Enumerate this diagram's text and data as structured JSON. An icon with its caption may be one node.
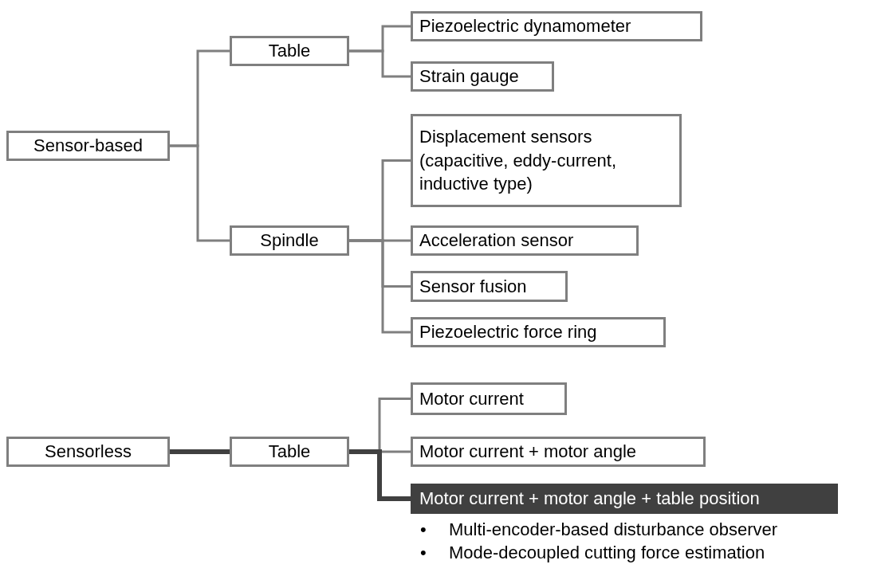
{
  "diagram": {
    "nodes": [
      {
        "text": [
          "Sensor-based"
        ]
      },
      {
        "text": [
          "Table"
        ]
      },
      {
        "text": [
          "Spindle"
        ]
      },
      {
        "text": [
          "Piezoelectric dynamometer"
        ]
      },
      {
        "text": [
          "Strain gauge"
        ]
      },
      {
        "text": [
          "Displacement sensors (capacitive, eddy-current, inductive type)"
        ]
      },
      {
        "text": [
          "Acceleration sensor"
        ]
      },
      {
        "text": [
          "Sensor fusion"
        ]
      },
      {
        "text": [
          "Piezoelectric force ring"
        ]
      },
      {
        "text": [
          "Sensorless"
        ]
      },
      {
        "text": [
          "Table"
        ]
      },
      {
        "text": [
          "Motor current"
        ]
      },
      {
        "text": [
          "Motor current + motor angle"
        ]
      },
      {
        "text": [
          "Motor current + motor angle + table position"
        ],
        "beside": [
          "Multi-encoder-based disturbance observer",
          "Mode-decoupled cutting force estimation"
        ]
      }
    ],
    "edges": [
      {
        "from": 0,
        "to": 1,
        "arrow": "none"
      },
      {
        "from": 0,
        "to": 2,
        "arrow": "none"
      },
      {
        "from": 1,
        "to": 3,
        "arrow": "none"
      },
      {
        "from": 1,
        "to": 4,
        "arrow": "none"
      },
      {
        "from": 2,
        "to": 5,
        "arrow": "none"
      },
      {
        "from": 2,
        "to": 6,
        "arrow": "none"
      },
      {
        "from": 2,
        "to": 7,
        "arrow": "none"
      },
      {
        "from": 2,
        "to": 8,
        "arrow": "none"
      },
      {
        "from": 9,
        "to": 10,
        "arrow": "none",
        "style": "thick",
        "color": "#404040"
      },
      {
        "from": 10,
        "to": 11,
        "arrow": "none"
      },
      {
        "from": 10,
        "to": 12,
        "arrow": "none"
      },
      {
        "from": 10,
        "to": 13,
        "arrow": "none",
        "style": "thick",
        "color": "#404040"
      }
    ],
    "labels": [
      "•",
      "•"
    ]
  }
}
